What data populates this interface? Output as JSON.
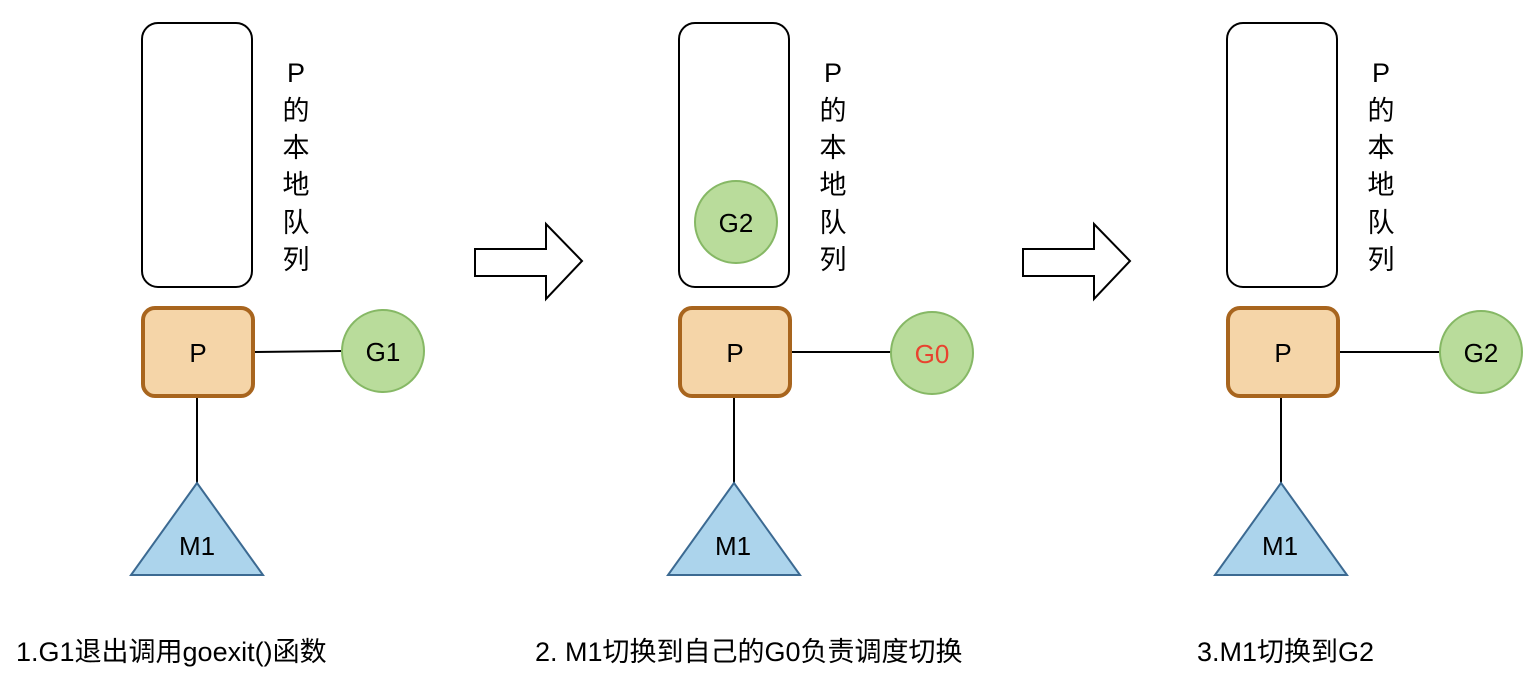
{
  "colors": {
    "p_fill": "#f5d5a8",
    "p_stroke": "#a8651e",
    "g_fill": "#b9dc9b",
    "g_stroke": "#86b865",
    "m_fill": "#acd4ec",
    "m_stroke": "#3c6a92",
    "g0_text": "#e8432f",
    "line": "#000000"
  },
  "panels": [
    {
      "queue_label": [
        "P",
        "的",
        "本",
        "地",
        "队",
        "列"
      ],
      "queue_items": [],
      "processor": "P",
      "running_goroutine": "G1",
      "running_goroutine_highlight": false,
      "machine": "M1",
      "caption": "1.G1退出调用goexit()函数"
    },
    {
      "queue_label": [
        "P",
        "的",
        "本",
        "地",
        "队",
        "列"
      ],
      "queue_items": [
        "G2"
      ],
      "processor": "P",
      "running_goroutine": "G0",
      "running_goroutine_highlight": true,
      "machine": "M1",
      "caption": "2. M1切换到自己的G0负责调度切换"
    },
    {
      "queue_label": [
        "P",
        "的",
        "本",
        "地",
        "队",
        "列"
      ],
      "queue_items": [],
      "processor": "P",
      "running_goroutine": "G2",
      "running_goroutine_highlight": false,
      "machine": "M1",
      "caption": "3.M1切换到G2"
    }
  ],
  "transitions": [
    "right-arrow",
    "right-arrow"
  ]
}
